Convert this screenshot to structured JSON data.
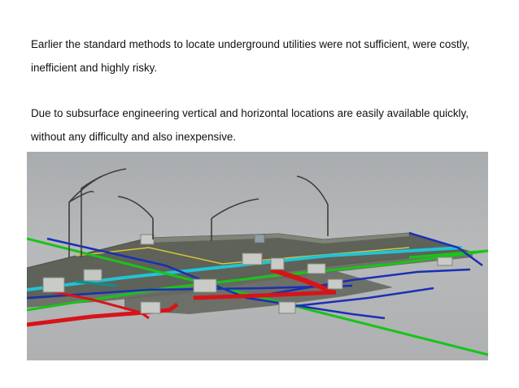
{
  "slide": {
    "paragraphs": [
      "Earlier the standard methods to locate underground utilities were not sufficient, were costly, inefficient and highly risky.",
      "Due to subsurface engineering vertical and horizontal locations are easily available quickly, without any difficulty and also inexpensive."
    ]
  },
  "figure": {
    "description_icon": "utility-3d-model-image",
    "colors": {
      "pipe_red": "#d8131a",
      "pipe_green": "#18c418",
      "pipe_blue": "#1a2fb5",
      "pipe_cyan": "#22c3d6",
      "pipe_yellow": "#d8c53a",
      "road": "#5d6157",
      "background": "#b3b5b7"
    }
  }
}
